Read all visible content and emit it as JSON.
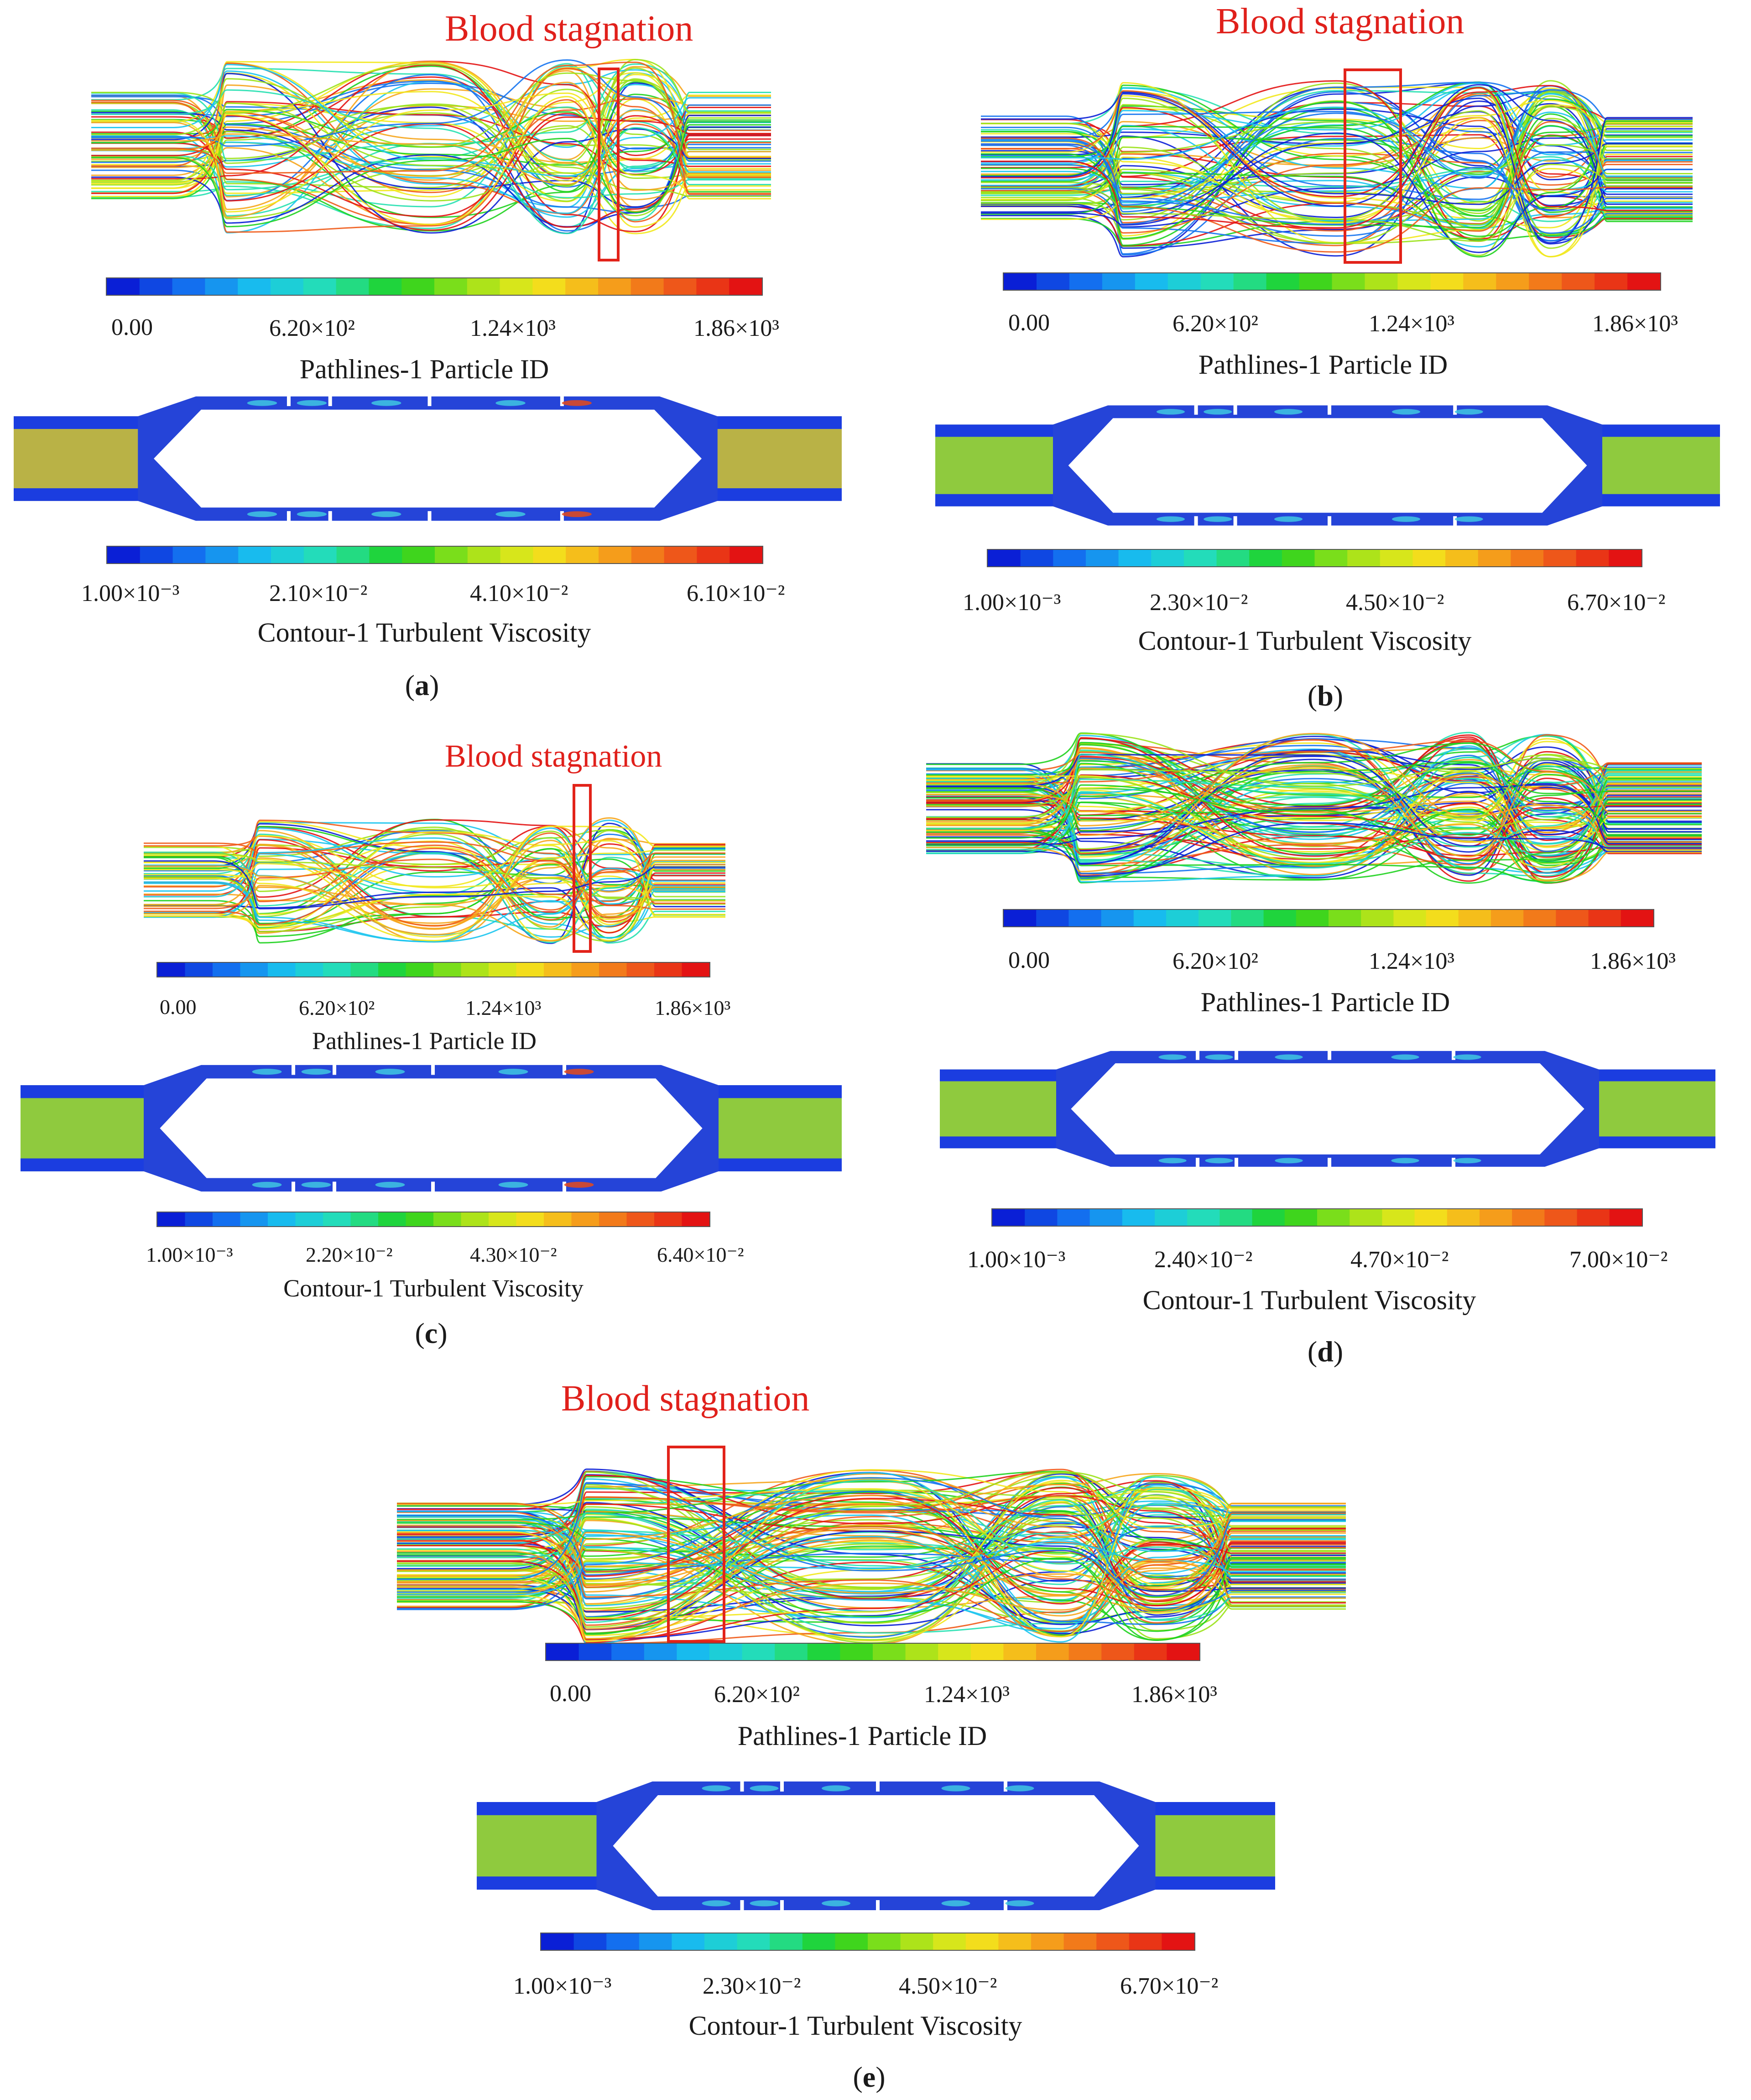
{
  "annotation": "Blood stagnation",
  "colors": {
    "stops": [
      "#0a1fd6",
      "#1473f0",
      "#19c4ee",
      "#25e0b0",
      "#1ed11e",
      "#9be21a",
      "#f2e81c",
      "#f6a51b",
      "#ef5b1a",
      "#e31313"
    ],
    "annotation": "#e2231a",
    "wall": "#2544d8"
  },
  "panels": [
    {
      "id": "a",
      "caption_letter": "a",
      "has_stagnation": true,
      "pathline_title": "Pathlines-1 Particle  ID",
      "pathline_ticks": [
        "0.00",
        "6.20×10²",
        "1.24×10³",
        "1.86×10³"
      ],
      "contour_title": "Contour-1 Turbulent Viscosity",
      "contour_ticks": [
        "1.00×10⁻³",
        "2.10×10⁻²",
        "4.10×10⁻²",
        "6.10×10⁻²"
      ]
    },
    {
      "id": "b",
      "caption_letter": "b",
      "has_stagnation": true,
      "pathline_title": "Pathlines-1 Particle  ID",
      "pathline_ticks": [
        "0.00",
        "6.20×10²",
        "1.24×10³",
        "1.86×10³"
      ],
      "contour_title": "Contour-1 Turbulent Viscosity",
      "contour_ticks": [
        "1.00×10⁻³",
        "2.30×10⁻²",
        "4.50×10⁻²",
        "6.70×10⁻²"
      ]
    },
    {
      "id": "c",
      "caption_letter": "c",
      "has_stagnation": true,
      "pathline_title": "Pathlines-1 Particle  ID",
      "pathline_ticks": [
        "0.00",
        "6.20×10²",
        "1.24×10³",
        "1.86×10³"
      ],
      "contour_title": "Contour-1 Turbulent Viscosity",
      "contour_ticks": [
        "1.00×10⁻³",
        "2.20×10⁻²",
        "4.30×10⁻²",
        "6.40×10⁻²"
      ]
    },
    {
      "id": "d",
      "caption_letter": "d",
      "has_stagnation": false,
      "pathline_title": "Pathlines-1 Particle  ID",
      "pathline_ticks": [
        "0.00",
        "6.20×10²",
        "1.24×10³",
        "1.86×10³"
      ],
      "contour_title": "Contour-1 Turbulent Viscosity",
      "contour_ticks": [
        "1.00×10⁻³",
        "2.40×10⁻²",
        "4.70×10⁻²",
        "7.00×10⁻²"
      ]
    },
    {
      "id": "e",
      "caption_letter": "e",
      "has_stagnation": true,
      "pathline_title": "Pathlines-1 Particle  ID",
      "pathline_ticks": [
        "0.00",
        "6.20×10²",
        "1.24×10³",
        "1.86×10³"
      ],
      "contour_title": "Contour-1 Turbulent Viscosity",
      "contour_ticks": [
        "1.00×10⁻³",
        "2.30×10⁻²",
        "4.50×10⁻²",
        "6.70×10⁻²"
      ]
    }
  ]
}
